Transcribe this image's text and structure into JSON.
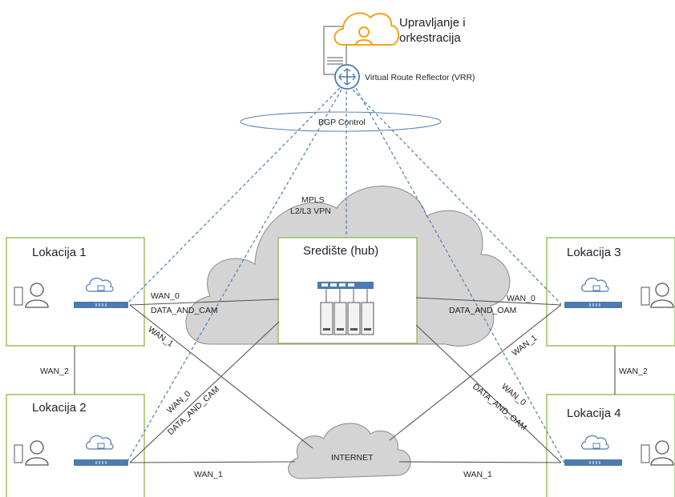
{
  "orchestration": {
    "label_line1": "Upravljanje i",
    "label_line2": "orkestracija",
    "vrr_label": "Virtual Route Reflector (VRR)",
    "bgp_label": "BGP Control"
  },
  "mpls": {
    "line1": "MPLS",
    "line2": "L2/L3 VPN"
  },
  "hub": {
    "title": "Središte (hub)"
  },
  "internet": {
    "label": "INTERNET"
  },
  "sites": {
    "s1": "Lokacija 1",
    "s2": "Lokacija 2",
    "s3": "Lokacija 3",
    "s4": "Lokacija 4"
  },
  "links": {
    "wan0_s1": "WAN_0",
    "data_s1": "DATA_AND_CAM",
    "wan1_s1": "WAN_1",
    "wan2_left": "WAN_2",
    "wan0_s2": "WAN_0",
    "data_s2": "DATA_AND_CAM",
    "wan1_s2": "WAN_1",
    "wan0_s3": "WAN_0",
    "data_s3": "DATA_AND_OAM",
    "wan1_s3": "WAN_1",
    "wan2_right": "WAN_2",
    "wan0_s4": "WAN_0",
    "data_s4": "DATA_AND_OAM",
    "wan1_s4": "WAN_1"
  },
  "colors": {
    "site_border": "#8db84a",
    "cloud_fill": "#d4d4d4",
    "dashed_link": "#5b86b5",
    "orchestration": "#f5a21b",
    "router": "#4d7bb0"
  }
}
